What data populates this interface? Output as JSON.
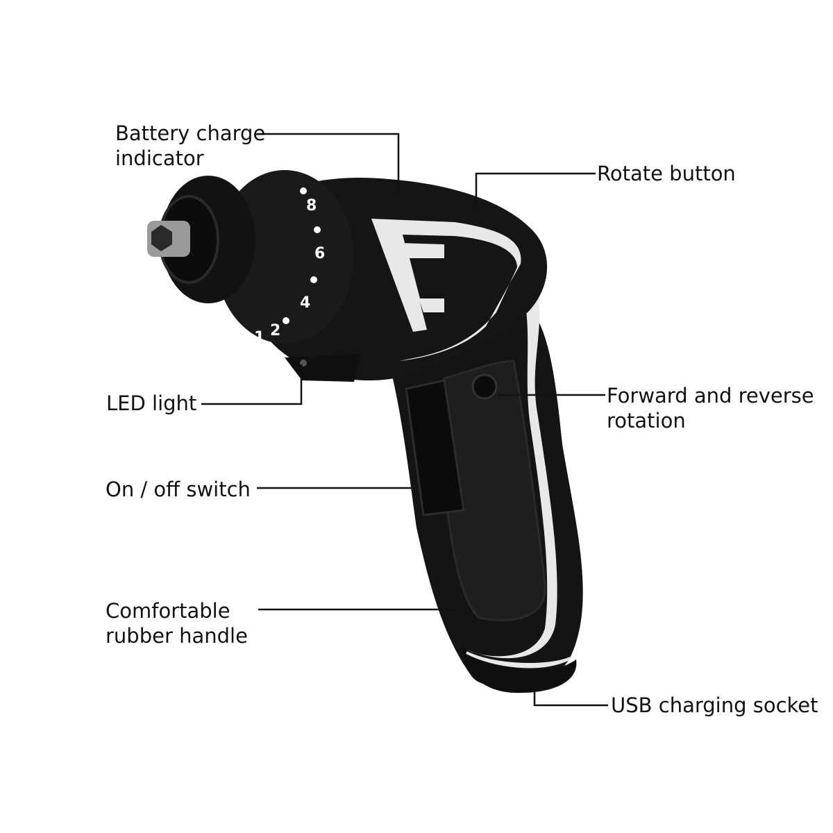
{
  "callouts": {
    "battery_indicator": {
      "line1": "Battery charge",
      "line2": "indicator"
    },
    "rotate_button": {
      "text": "Rotate button"
    },
    "led_light": {
      "text": "LED light"
    },
    "forward_reverse": {
      "line1": "Forward and reverse",
      "line2": "rotation"
    },
    "on_off_switch": {
      "text": "On / off switch"
    },
    "rubber_handle": {
      "line1": "Comfortable",
      "line2": "rubber handle"
    },
    "usb_socket": {
      "text": "USB charging socket"
    }
  },
  "torque_dial": {
    "numbers": [
      "1",
      "2",
      "4",
      "6",
      "8"
    ]
  },
  "colors": {
    "body": "#141414",
    "accent": "#e8e8e8",
    "text": "#111111",
    "leader_line": "#111111"
  }
}
